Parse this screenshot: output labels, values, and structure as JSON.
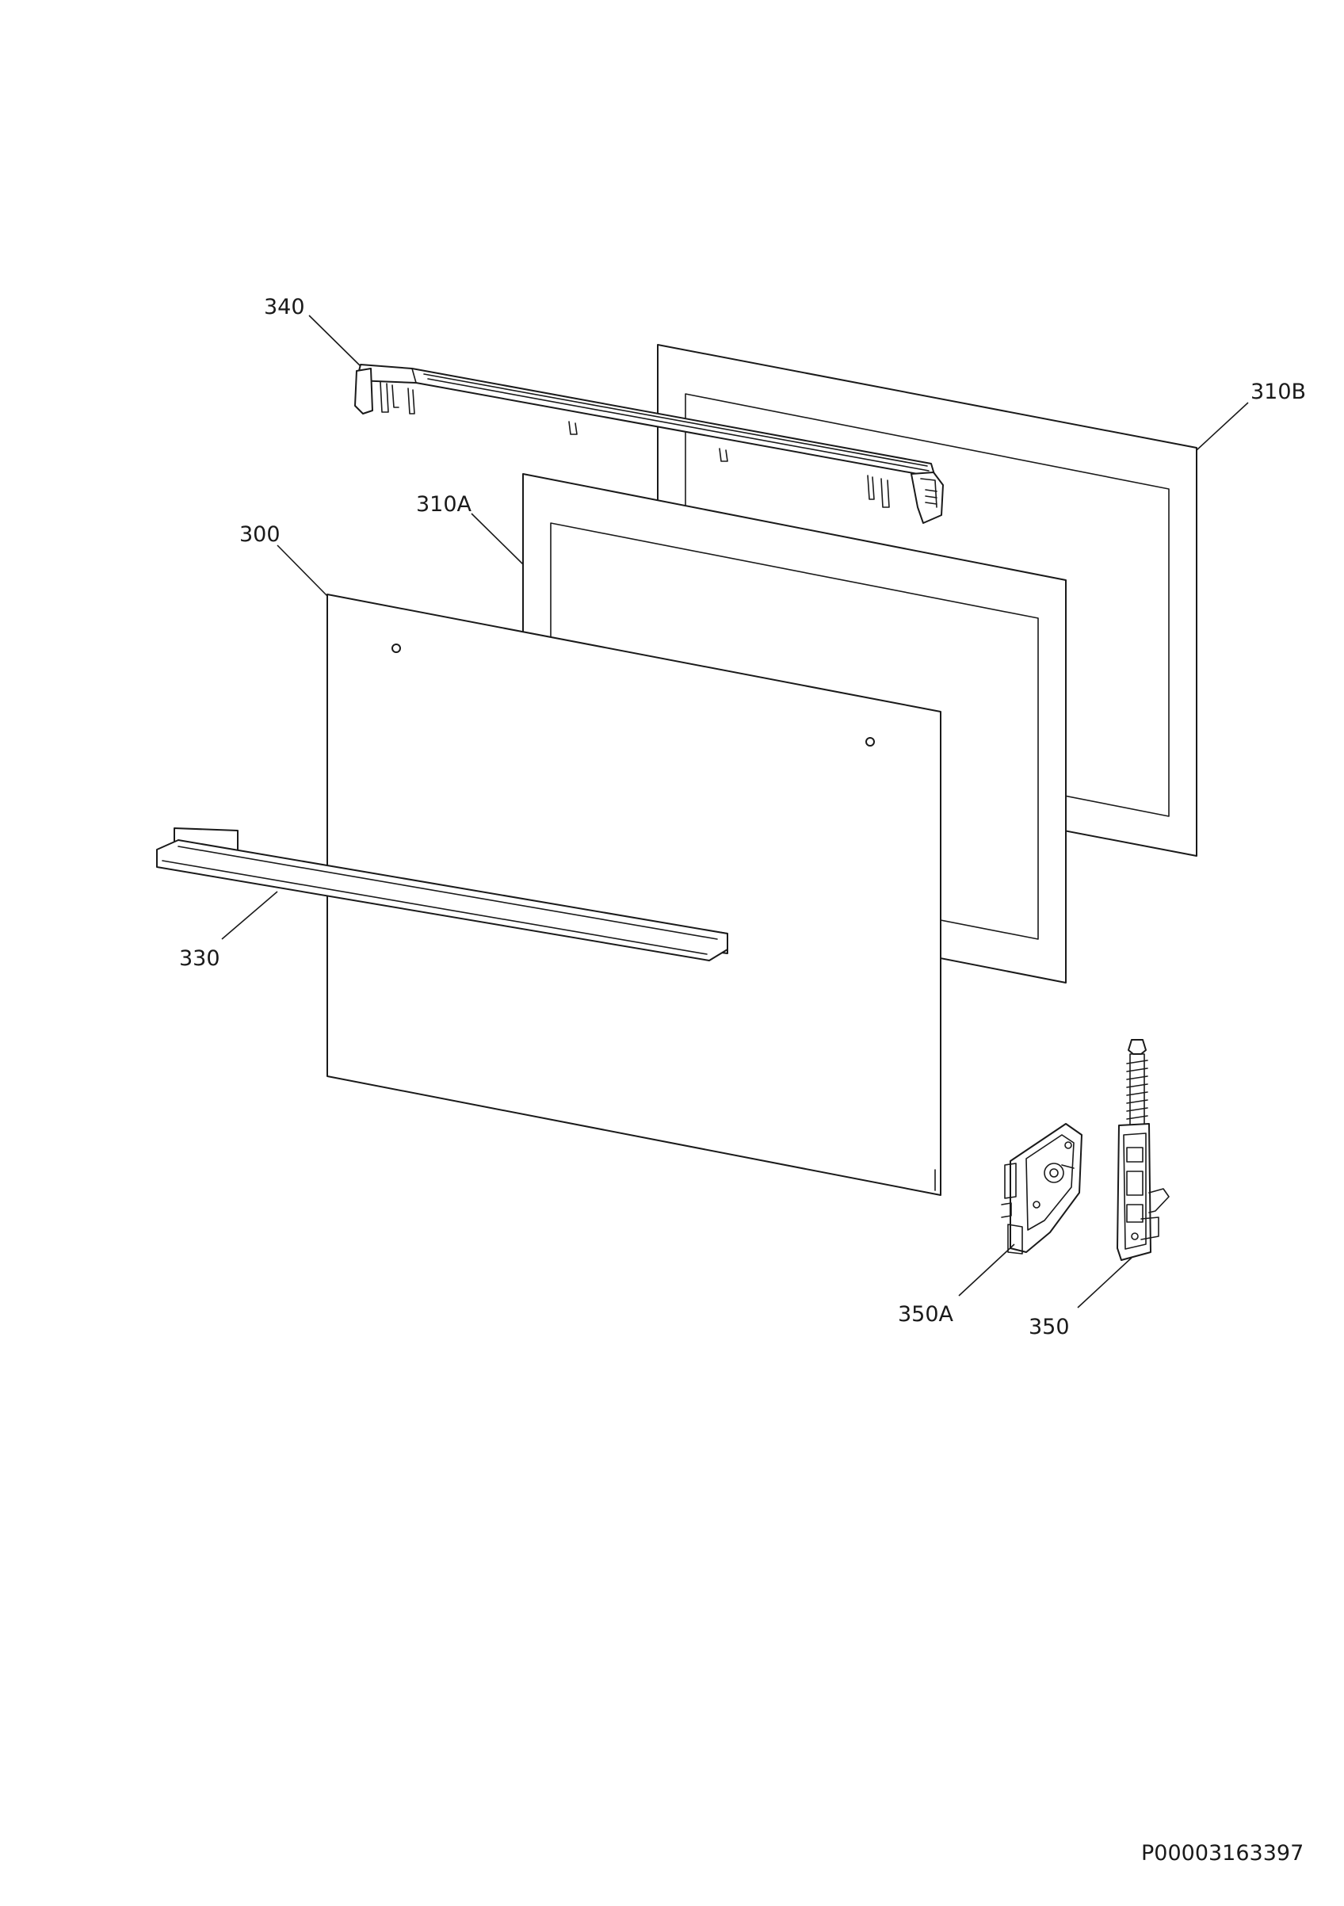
{
  "diagram": {
    "document_id": "P00003163397",
    "parts": [
      {
        "id": "p340",
        "label": "340"
      },
      {
        "id": "p310B",
        "label": "310B"
      },
      {
        "id": "p310A",
        "label": "310A"
      },
      {
        "id": "p300",
        "label": "300"
      },
      {
        "id": "p330",
        "label": "330"
      },
      {
        "id": "p350A",
        "label": "350A"
      },
      {
        "id": "p350",
        "label": "350"
      }
    ]
  }
}
